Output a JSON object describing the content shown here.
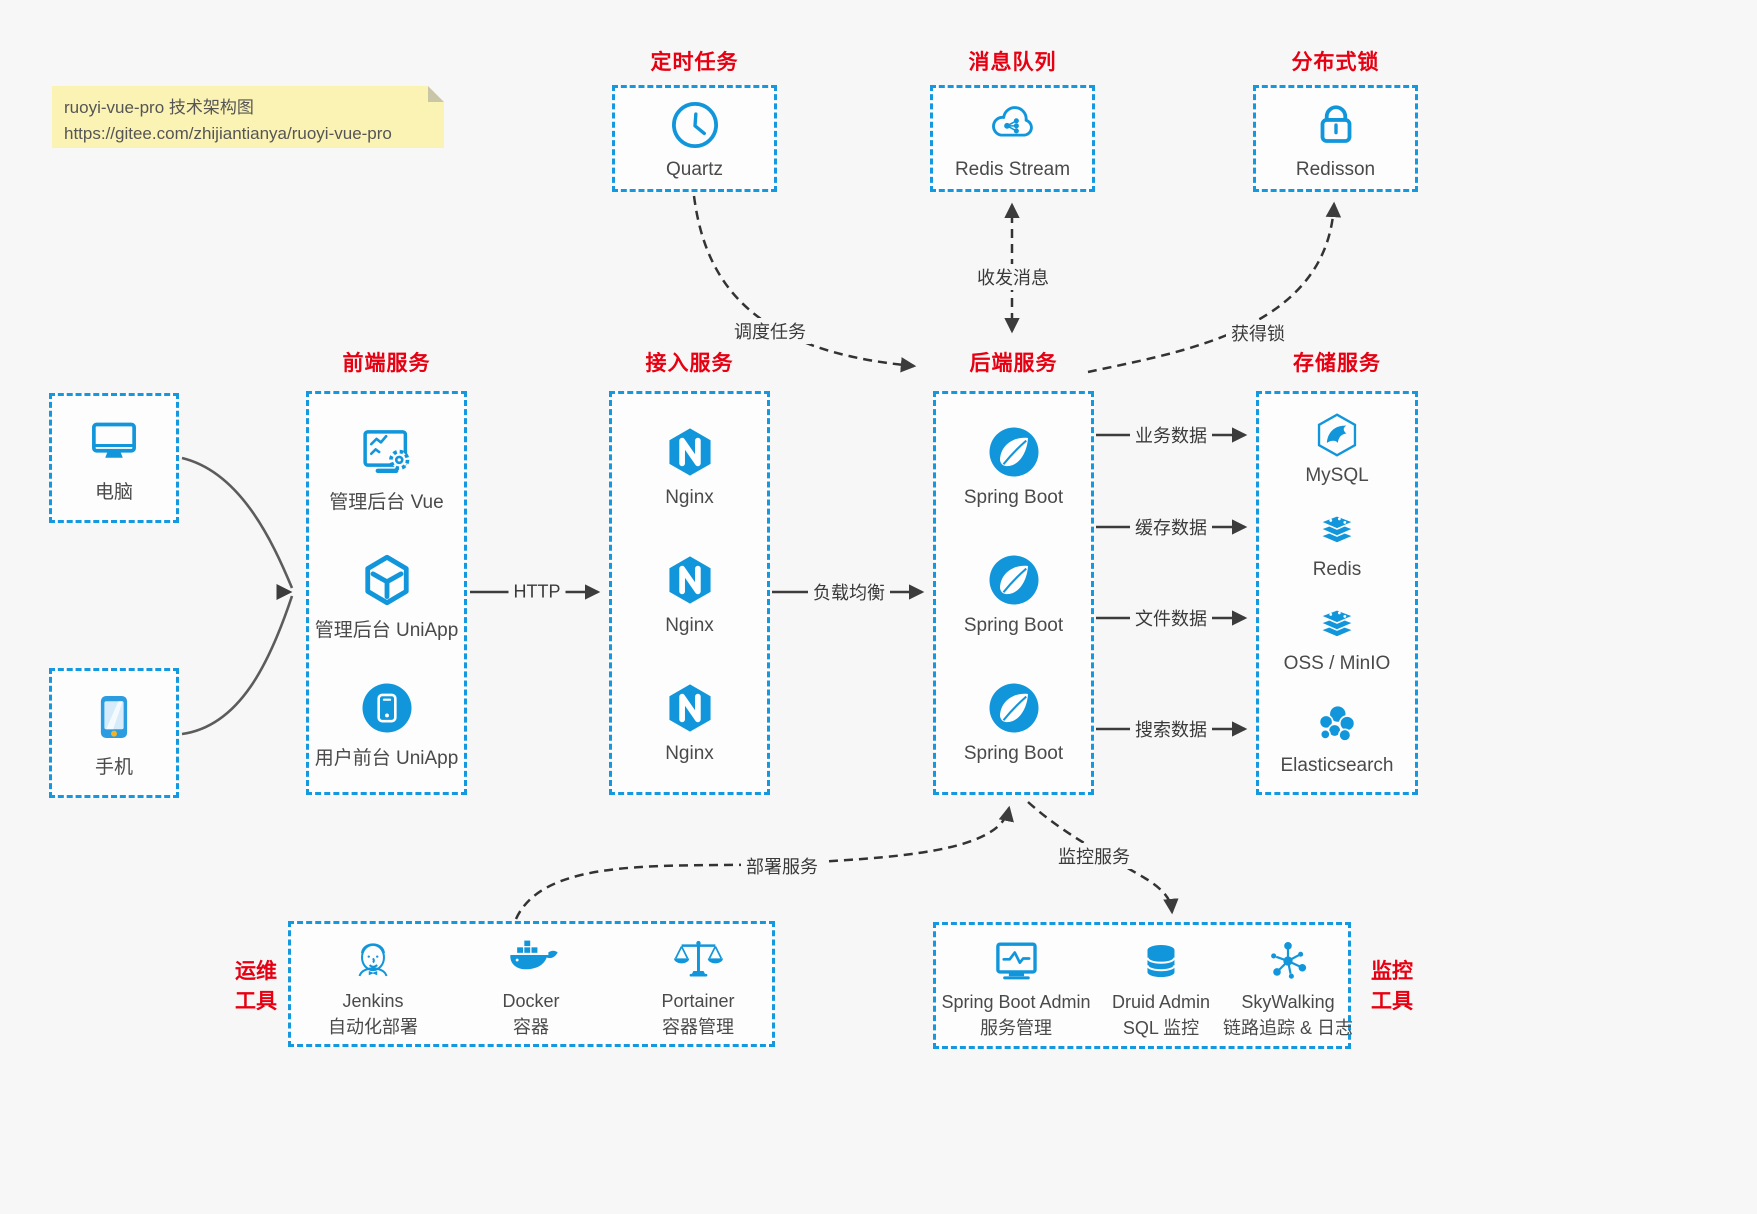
{
  "colors": {
    "accent_blue": "#1296db",
    "border_blue": "#1499e0",
    "title_red": "#e60012",
    "note_bg": "#fbf3b4",
    "canvas_bg": "#f7f7f7",
    "arrow_dark": "#3c3c3c"
  },
  "note": {
    "line1": "ruoyi-vue-pro 技术架构图",
    "line2": "https://gitee.com/zhijiantianya/ruoyi-vue-pro"
  },
  "top_groups": [
    {
      "title": "定时任务",
      "item": {
        "icon": "clock-icon",
        "label": "Quartz"
      }
    },
    {
      "title": "消息队列",
      "item": {
        "icon": "cloud-share-icon",
        "label": "Redis Stream"
      }
    },
    {
      "title": "分布式锁",
      "item": {
        "icon": "lock-icon",
        "label": "Redisson"
      }
    }
  ],
  "clients": [
    {
      "icon": "desktop-icon",
      "label": "电脑"
    },
    {
      "icon": "mobile-icon",
      "label": "手机"
    }
  ],
  "main_groups": [
    {
      "title": "前端服务",
      "items": [
        {
          "icon": "admin-vue-icon",
          "label": "管理后台 Vue"
        },
        {
          "icon": "uniapp-cube-icon",
          "label": "管理后台 UniApp"
        },
        {
          "icon": "user-uniapp-icon",
          "label": "用户前台 UniApp"
        }
      ]
    },
    {
      "title": "接入服务",
      "items": [
        {
          "icon": "nginx-icon",
          "label": "Nginx"
        },
        {
          "icon": "nginx-icon",
          "label": "Nginx"
        },
        {
          "icon": "nginx-icon",
          "label": "Nginx"
        }
      ]
    },
    {
      "title": "后端服务",
      "items": [
        {
          "icon": "spring-boot-icon",
          "label": "Spring Boot"
        },
        {
          "icon": "spring-boot-icon",
          "label": "Spring Boot"
        },
        {
          "icon": "spring-boot-icon",
          "label": "Spring Boot"
        }
      ]
    },
    {
      "title": "存储服务",
      "items": [
        {
          "icon": "mysql-icon",
          "label": "MySQL"
        },
        {
          "icon": "redis-stack-icon",
          "label": "Redis"
        },
        {
          "icon": "oss-stack-icon",
          "label": "OSS / MinIO"
        },
        {
          "icon": "elasticsearch-icon",
          "label": "Elasticsearch"
        }
      ]
    }
  ],
  "bottom_groups": [
    {
      "title_lines": [
        "运维",
        "工具"
      ],
      "items": [
        {
          "icon": "jenkins-icon",
          "label": "Jenkins",
          "sublabel": "自动化部署"
        },
        {
          "icon": "docker-icon",
          "label": "Docker",
          "sublabel": "容器"
        },
        {
          "icon": "portainer-icon",
          "label": "Portainer",
          "sublabel": "容器管理"
        }
      ]
    },
    {
      "title_lines": [
        "监控",
        "工具"
      ],
      "items": [
        {
          "icon": "spring-boot-admin-icon",
          "label": "Spring Boot Admin",
          "sublabel": "服务管理"
        },
        {
          "icon": "druid-icon",
          "label": "Druid Admin",
          "sublabel": "SQL 监控"
        },
        {
          "icon": "skywalking-icon",
          "label": "SkyWalking",
          "sublabel": "链路追踪 & 日志"
        }
      ]
    }
  ],
  "edges": {
    "http": "HTTP",
    "load_balance": "负载均衡",
    "schedule": "调度任务",
    "messaging": "收发消息",
    "acquire_lock": "获得锁",
    "business_data": "业务数据",
    "cache_data": "缓存数据",
    "file_data": "文件数据",
    "search_data": "搜索数据",
    "deploy": "部署服务",
    "monitor": "监控服务"
  }
}
